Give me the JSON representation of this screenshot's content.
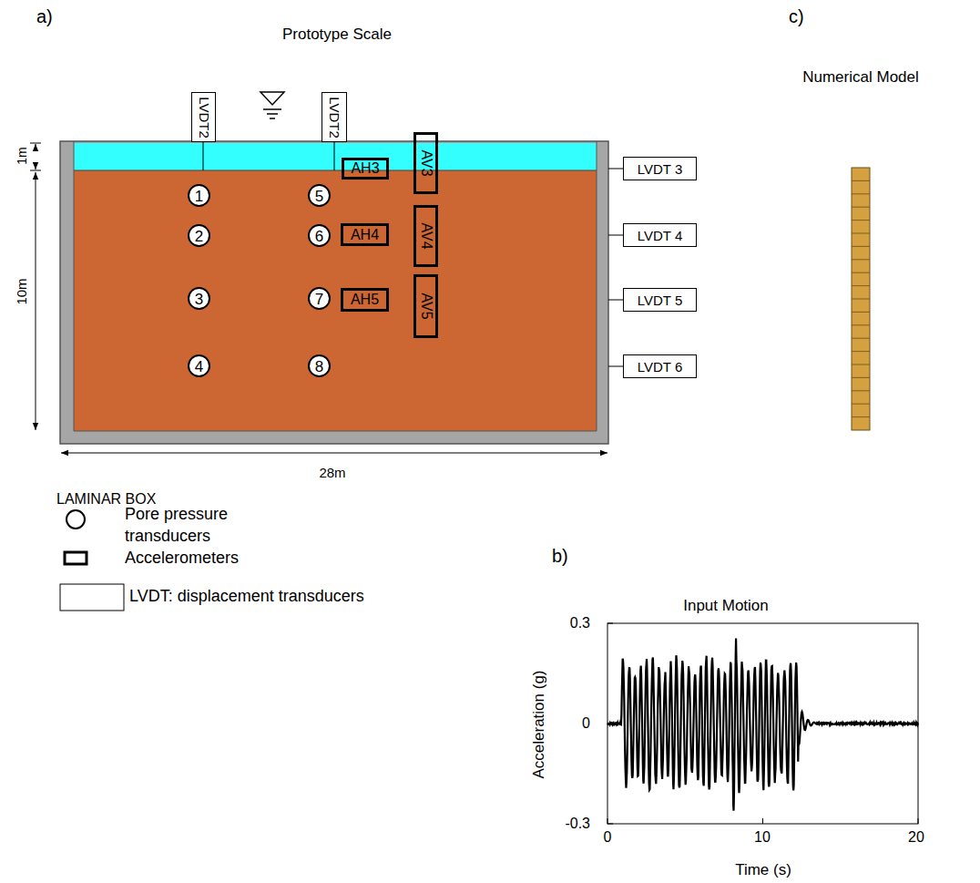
{
  "diagram": {
    "nodes": [
      {
        "text": [
          "LVDT2"
        ]
      },
      {
        "text": [
          "LVDT2"
        ]
      },
      {
        "text": [
          "LVDT 3"
        ]
      },
      {
        "text": [
          "LVDT 4"
        ]
      },
      {
        "text": [
          "LVDT 5"
        ]
      },
      {
        "text": [
          "LVDT 6"
        ]
      },
      {
        "text": [
          "1"
        ]
      },
      {
        "text": [
          "2"
        ]
      },
      {
        "text": [
          "3"
        ]
      },
      {
        "text": [
          "4"
        ]
      },
      {
        "text": [
          "5"
        ]
      },
      {
        "text": [
          "6"
        ]
      },
      {
        "text": [
          "7"
        ]
      },
      {
        "text": [
          "8"
        ]
      },
      {
        "text": [
          "AH3"
        ]
      },
      {
        "text": [
          "AV3"
        ]
      },
      {
        "text": [
          "AH4"
        ]
      },
      {
        "text": [
          "AV4"
        ]
      },
      {
        "text": [
          "AH5"
        ]
      },
      {
        "text": [
          "AV5"
        ]
      }
    ],
    "labels": [
      "a)",
      "Prototype Scale",
      "1m",
      "10m",
      "28m",
      "LAMINAR BOX",
      "c)",
      "Numerical Model",
      "b)",
      "Input Motion",
      "0.3",
      "0",
      "-0.3",
      "0",
      "10",
      "20",
      "Acceleration (g)",
      "Time (s)"
    ],
    "legend": [
      {
        "text": "Pore pressure transducers"
      },
      {
        "text": "Accelerometers"
      },
      {
        "text": "LVDT: displacement transducers"
      }
    ]
  }
}
